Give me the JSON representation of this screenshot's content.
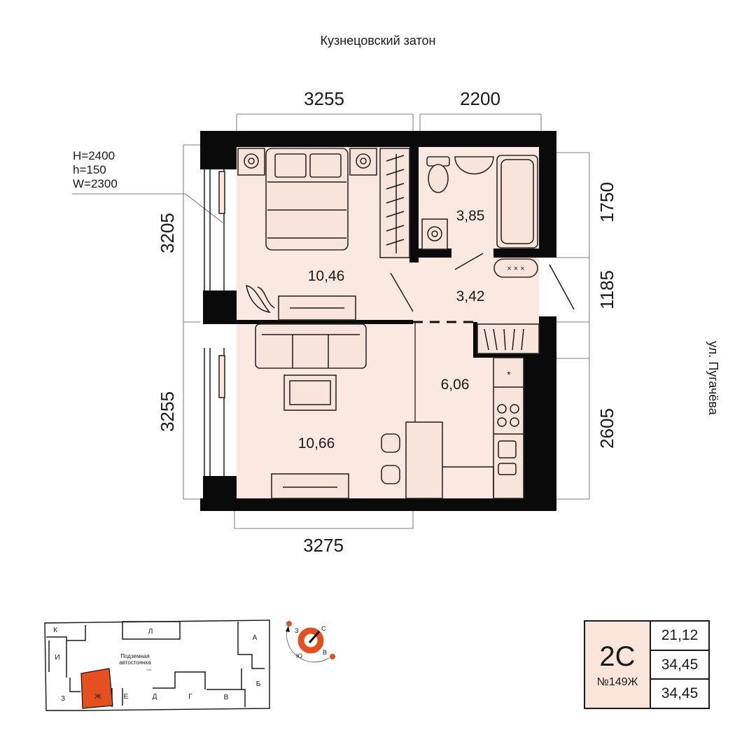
{
  "labels": {
    "top_street": "Кузнецовский затон",
    "right_street": "ул. Пугачёва"
  },
  "window_spec": {
    "H": "H=2400",
    "h": "h=150",
    "W": "W=2300"
  },
  "dimensions": {
    "top_left": "3255",
    "top_right": "2200",
    "left_top": "3205",
    "left_bottom": "3255",
    "right_top": "1750",
    "right_middle": "1185",
    "right_bottom": "2605",
    "bottom": "3275"
  },
  "rooms": {
    "bedroom": "10,46",
    "bathroom": "3,85",
    "hall": "3,42",
    "kitchen": "6,06",
    "living": "10,66"
  },
  "site_plan": {
    "parking_label_1": "Подземная",
    "parking_label_2": "автостоянка",
    "parking_floor": "1 эт.",
    "sections": {
      "K": "К",
      "L": "Л",
      "A": "А",
      "I": "И",
      "B": "Б",
      "Z": "З",
      "Zh": "Ж",
      "E": "Е",
      "D": "Д",
      "G": "Г",
      "V": "В"
    },
    "highlight_color": "#e5501e"
  },
  "compass": {
    "north": "С",
    "west": "З",
    "south": "Ю",
    "east": "В",
    "color": "#e5501e"
  },
  "info": {
    "type": "2С",
    "number": "№149Ж",
    "living_area": "21,12",
    "total_area": "34,45",
    "total_area_with_balcony": "34,45"
  }
}
